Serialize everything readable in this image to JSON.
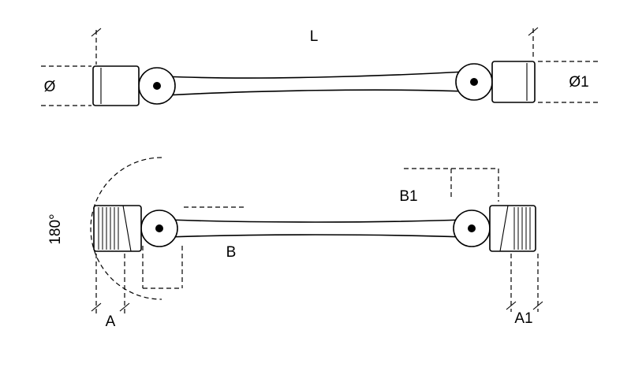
{
  "drawing": {
    "labels": {
      "length": "L",
      "dia_left": "Ø",
      "dia_right": "Ø1",
      "angle": "180°",
      "b": "B",
      "b1": "B1",
      "a": "A",
      "a1": "A1"
    },
    "colors": {
      "line": "#000000",
      "background": "#ffffff"
    }
  }
}
